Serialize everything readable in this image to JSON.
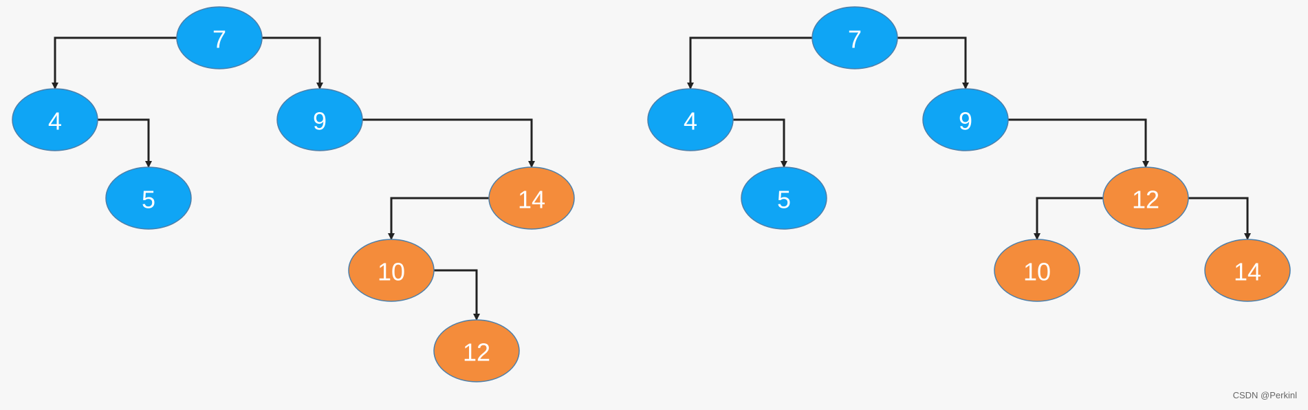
{
  "colors": {
    "blue": "#0fa5f5",
    "orange": "#f48c3b",
    "edge": "#222222",
    "background": "#f7f7f7"
  },
  "trees": [
    {
      "nodes": [
        {
          "id": "t1-n7",
          "label": "7",
          "color": "blue"
        },
        {
          "id": "t1-n4",
          "label": "4",
          "color": "blue"
        },
        {
          "id": "t1-n9",
          "label": "9",
          "color": "blue"
        },
        {
          "id": "t1-n5",
          "label": "5",
          "color": "blue"
        },
        {
          "id": "t1-n14",
          "label": "14",
          "color": "orange"
        },
        {
          "id": "t1-n10",
          "label": "10",
          "color": "orange"
        },
        {
          "id": "t1-n12",
          "label": "12",
          "color": "orange"
        }
      ],
      "edges": [
        {
          "from": "t1-n7",
          "to": "t1-n4"
        },
        {
          "from": "t1-n7",
          "to": "t1-n9"
        },
        {
          "from": "t1-n4",
          "to": "t1-n5"
        },
        {
          "from": "t1-n9",
          "to": "t1-n14"
        },
        {
          "from": "t1-n14",
          "to": "t1-n10"
        },
        {
          "from": "t1-n10",
          "to": "t1-n12"
        }
      ]
    },
    {
      "nodes": [
        {
          "id": "t2-n7",
          "label": "7",
          "color": "blue"
        },
        {
          "id": "t2-n4",
          "label": "4",
          "color": "blue"
        },
        {
          "id": "t2-n9",
          "label": "9",
          "color": "blue"
        },
        {
          "id": "t2-n5",
          "label": "5",
          "color": "blue"
        },
        {
          "id": "t2-n12",
          "label": "12",
          "color": "orange"
        },
        {
          "id": "t2-n10",
          "label": "10",
          "color": "orange"
        },
        {
          "id": "t2-n14",
          "label": "14",
          "color": "orange"
        }
      ],
      "edges": [
        {
          "from": "t2-n7",
          "to": "t2-n4"
        },
        {
          "from": "t2-n7",
          "to": "t2-n9"
        },
        {
          "from": "t2-n4",
          "to": "t2-n5"
        },
        {
          "from": "t2-n9",
          "to": "t2-n12"
        },
        {
          "from": "t2-n12",
          "to": "t2-n10"
        },
        {
          "from": "t2-n12",
          "to": "t2-n14"
        }
      ]
    }
  ],
  "watermark": "CSDN @Perkinl"
}
